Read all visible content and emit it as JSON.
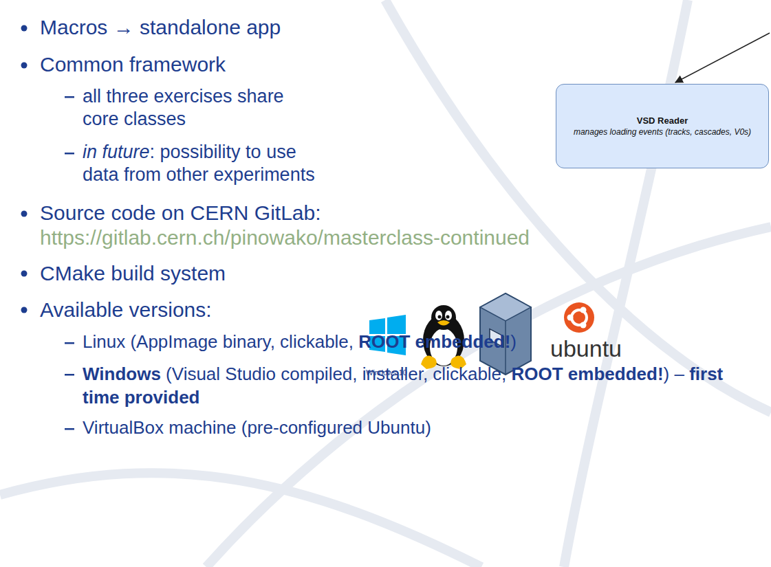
{
  "diagram": {
    "nodes": [
      {
        "text": [
          "VSD Reader",
          "manages loading events (tracks, cascades, V0s)"
        ]
      }
    ],
    "labels": [
      "Macros → standalone app",
      "Common framework",
      "all three exercises share core classes",
      "in future",
      ": possibility to use data from other experiments",
      "Source code on CERN GitLab:",
      "https://gitlab.cern.ch/pinowako/masterclass-continued",
      "CMake build system",
      "Available versions:",
      "Windows 10",
      "ubuntu",
      "Linux (AppImage binary, clickable, ",
      "ROOT embedded!",
      ")",
      "Windows",
      " (Visual Studio compiled, installer, clickable, ",
      "ROOT embedded!",
      ") – ",
      "first time provided",
      "VirtualBox machine (pre-configured Ubuntu)"
    ]
  }
}
